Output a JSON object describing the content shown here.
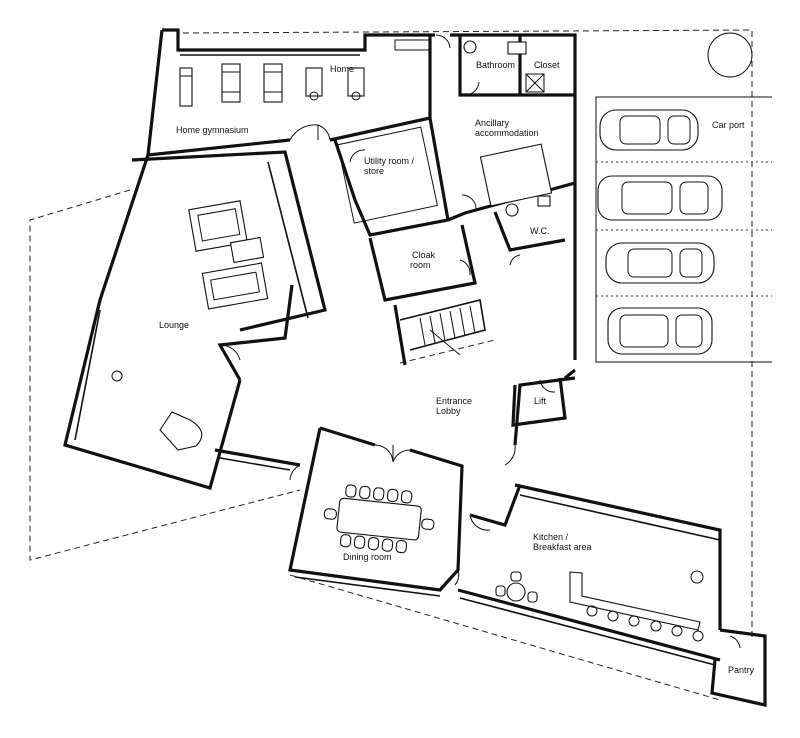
{
  "rooms": {
    "home_gym": "Home gymnasium",
    "home_cinema": "Home",
    "bathroom": "Bathroom",
    "closet": "Closet",
    "ancillary_1": "Ancillary",
    "ancillary_2": "accommodation",
    "utility_1": "Utility room /",
    "utility_2": "store",
    "wc": "W.C.",
    "cloak_1": "Cloak",
    "cloak_2": "room",
    "lounge": "Lounge",
    "entrance_1": "Entrance",
    "entrance_2": "Lobby",
    "lift": "Lift",
    "dining": "Dining room",
    "kitchen_1": "Kitchen /",
    "kitchen_2": "Breakfast area",
    "pantry": "Pantry",
    "carport": "Car port"
  }
}
